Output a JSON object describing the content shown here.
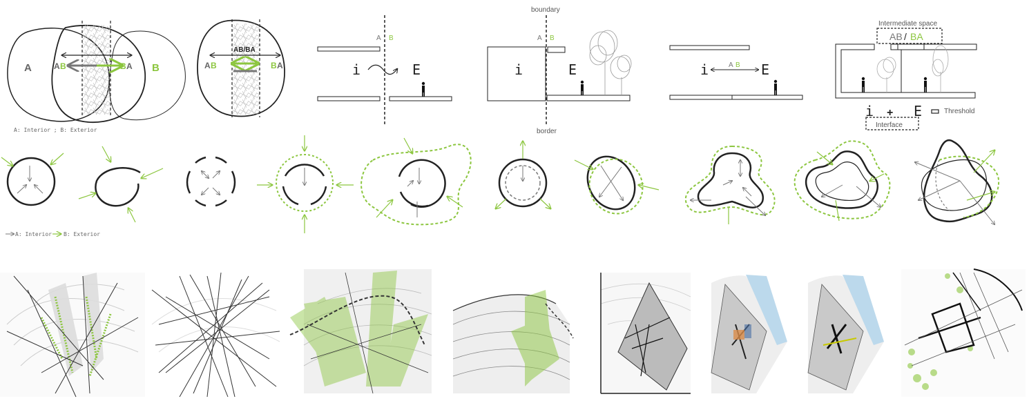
{
  "row1": {
    "venn": {
      "circle_a": "A",
      "circle_b": "B",
      "arrow_left_a": "A",
      "arrow_left_b": "B",
      "arrow_right_b": "B",
      "arrow_right_a": "A",
      "legend": "A: Interior ; B: Exterior"
    },
    "overlap": {
      "center_label": "AB/BA",
      "left_a": "A",
      "left_b": "B",
      "right_b": "B",
      "right_a": "A"
    },
    "boundary": {
      "top_label": "boundary",
      "bottom_label": "border",
      "line_a": "A",
      "line_b": "B",
      "interior": "i",
      "exterior": "E"
    },
    "threshold_panel": {
      "ab_a": "A",
      "ab_b": "B",
      "interior": "i",
      "exterior": "E"
    },
    "intermediate": {
      "title": "Intermediate space",
      "ab": "AB",
      "slash": "/",
      "ba": "BA",
      "interior": "i",
      "plus": "+",
      "exterior": "E",
      "threshold": "Threshold",
      "interface": "Interface"
    }
  },
  "row2": {
    "legend_a": "A: Interior",
    "legend_b": "B: Exterior"
  },
  "colors": {
    "green": "#8cc63f",
    "dark": "#222222",
    "grey": "#777777",
    "light_grey": "#d9d9d9"
  }
}
